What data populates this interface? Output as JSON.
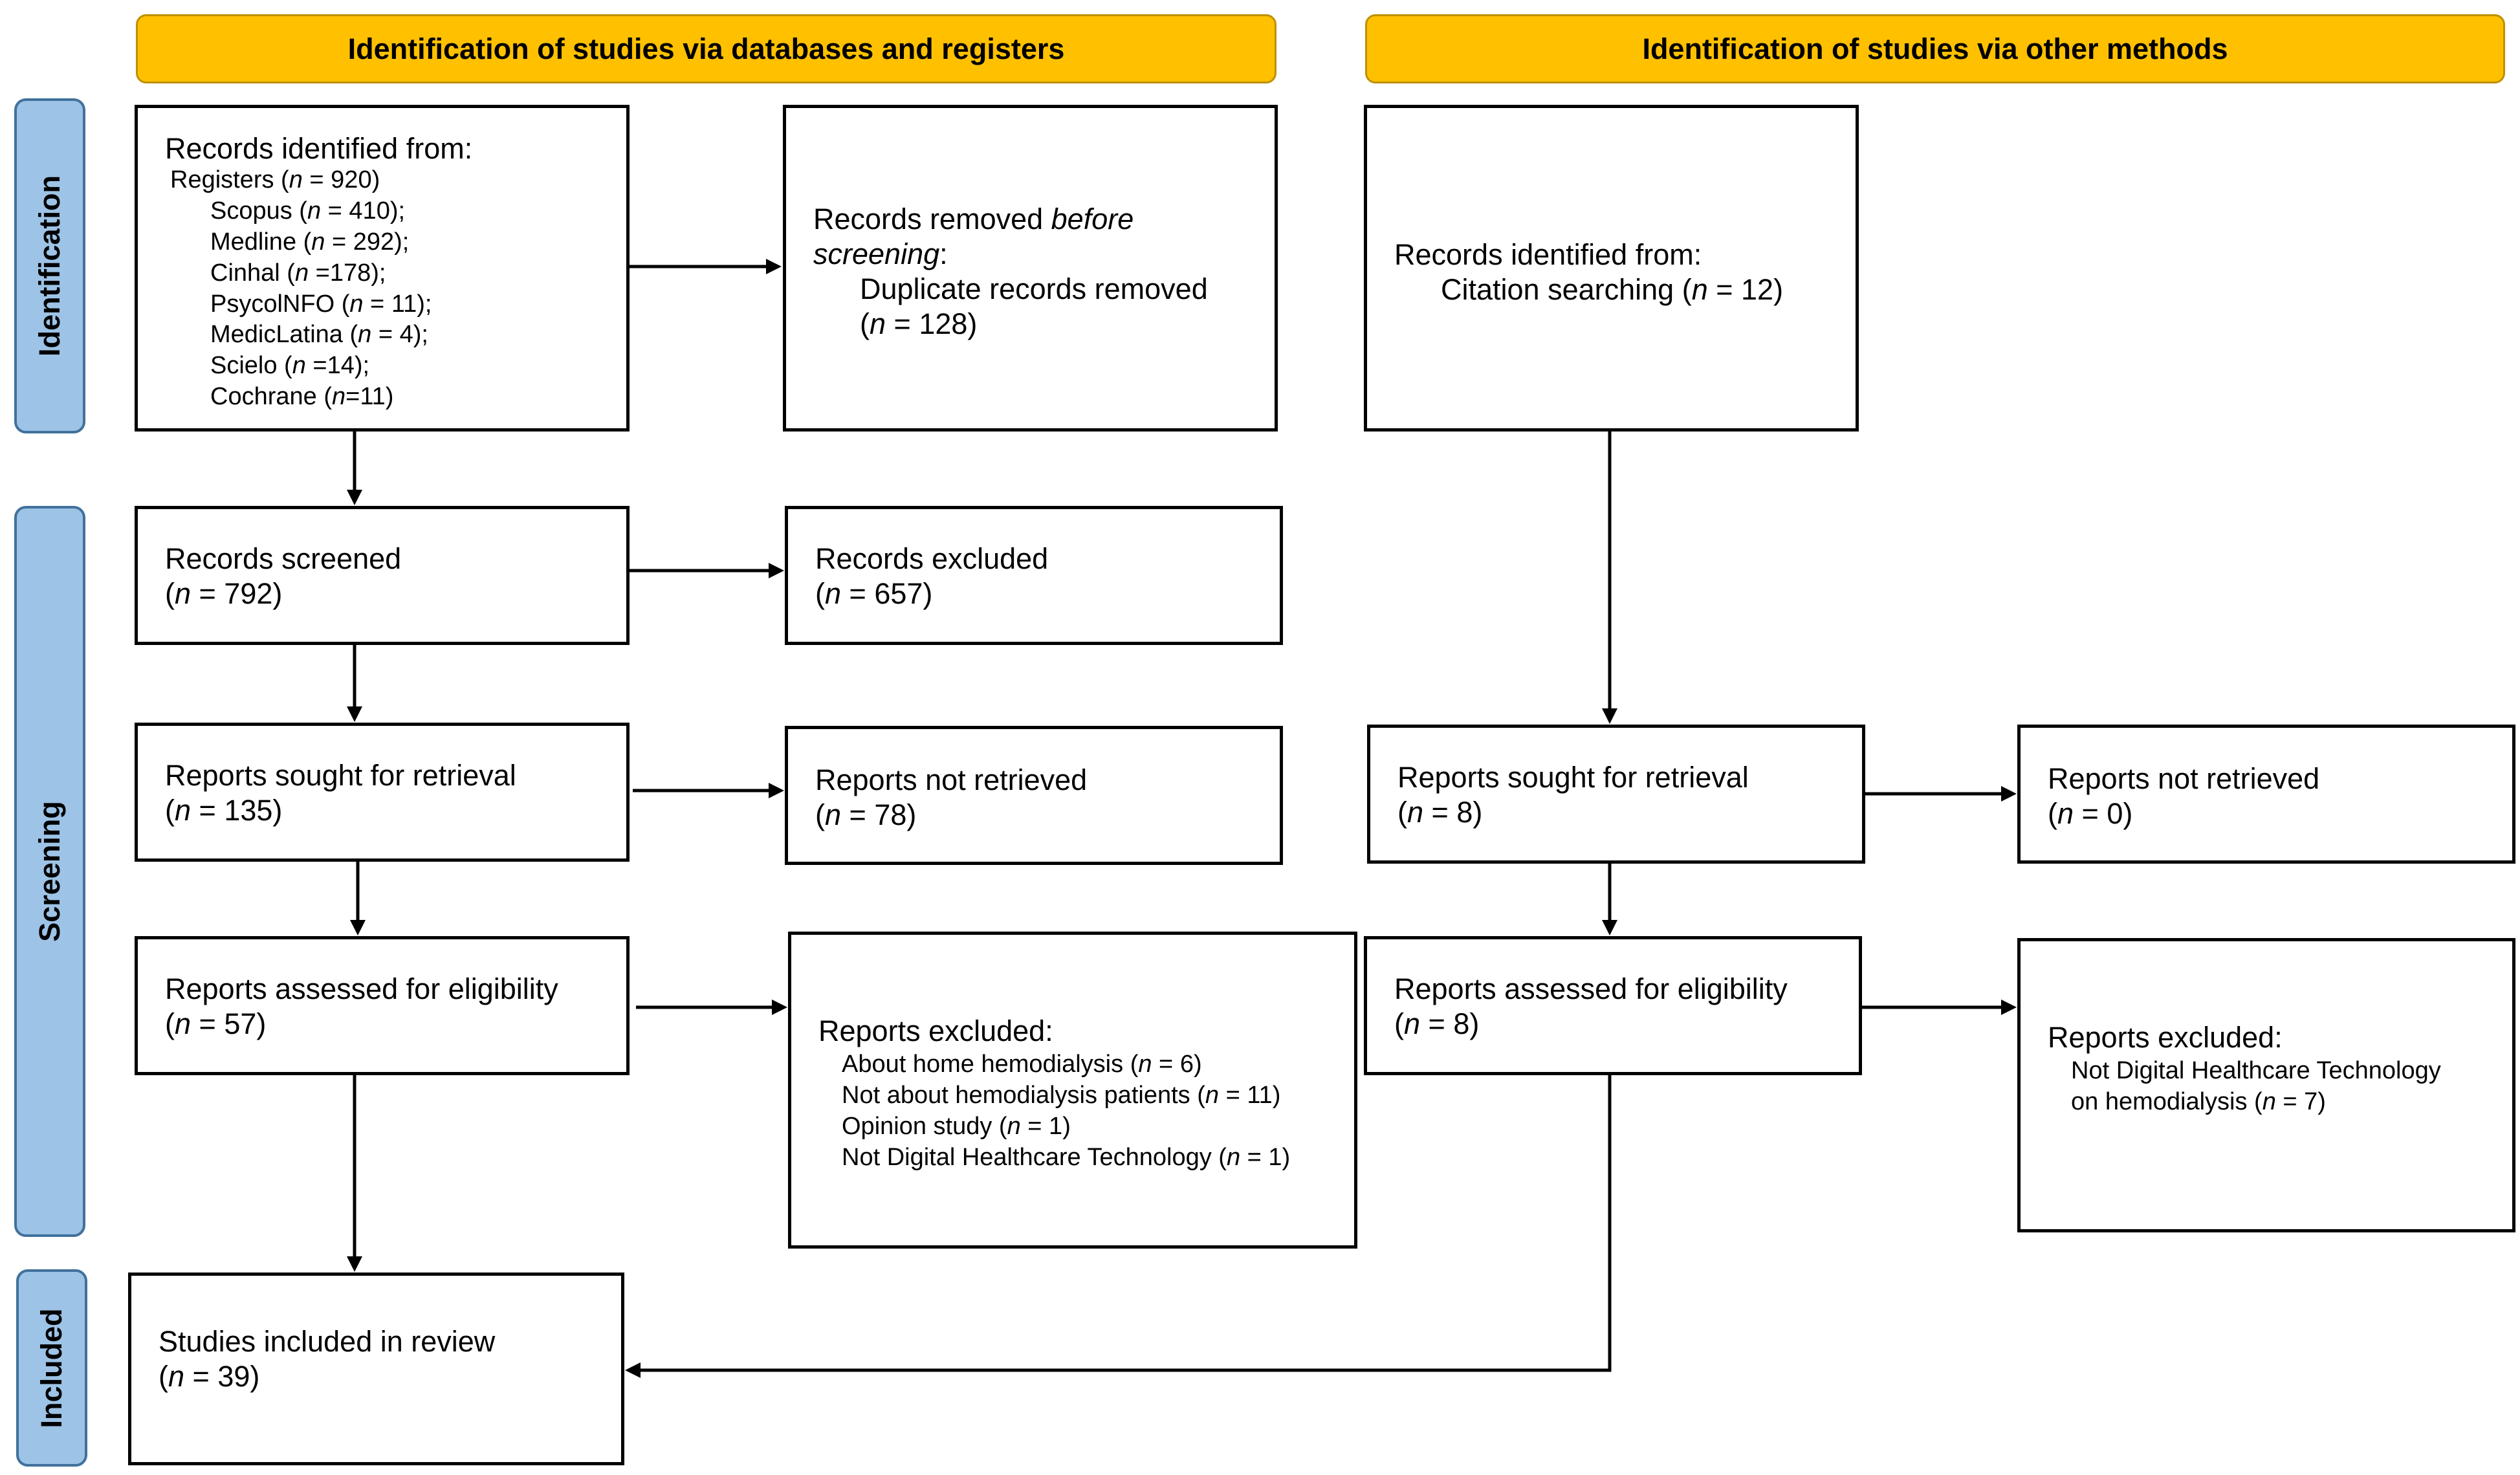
{
  "headers": {
    "databases": "Identification of studies via databases and registers",
    "other": "Identification of studies via other methods"
  },
  "phases": {
    "identification": "Identification",
    "screening": "Screening",
    "included": "Included"
  },
  "databases": {
    "identified": {
      "title": "Records identified from:",
      "registers": "Registers",
      "registers_n": "920",
      "sources": [
        {
          "name": "Scopus",
          "n": "410",
          "sep": " = ",
          "close": ");"
        },
        {
          "name": "Medline",
          "n": "292",
          "sep": " = ",
          "close": ");"
        },
        {
          "name": "Cinhal",
          "n": "178",
          "sep": " =",
          "close": ");"
        },
        {
          "name": "PsycolNFO",
          "n": "11",
          "sep": " = ",
          "close": ");"
        },
        {
          "name": "MedicLatina",
          "n": "4",
          "sep": " = ",
          "close": ");"
        },
        {
          "name": "Scielo",
          "n": "14",
          "sep": " =",
          "close": ");"
        },
        {
          "name": "Cochrane",
          "n": "11",
          "sep": "=",
          "close": ")"
        }
      ]
    },
    "removed": {
      "prefix": "Records removed ",
      "before": "before",
      "screening": "screening",
      "detail": "Duplicate records removed",
      "n": "128"
    },
    "screened": {
      "title": "Records screened",
      "n": "792"
    },
    "excluded": {
      "title": "Records excluded",
      "n": "657"
    },
    "sought": {
      "title": "Reports sought for retrieval",
      "n": "135"
    },
    "not_retrieved": {
      "title": "Reports not retrieved",
      "n": "78"
    },
    "assessed": {
      "title": "Reports assessed for eligibility",
      "n": "57"
    },
    "reports_excluded": {
      "title": "Reports excluded:",
      "reasons": [
        {
          "label": "About home hemodialysis",
          "n": "6"
        },
        {
          "label": "Not about hemodialysis patients",
          "n": "11"
        },
        {
          "label": "Opinion study",
          "n": "1"
        },
        {
          "label": "Not Digital Healthcare Technology",
          "n": "1"
        }
      ]
    },
    "included": {
      "title": "Studies included in review",
      "n": "39"
    }
  },
  "other": {
    "identified": {
      "title": "Records identified from:",
      "detail": "Citation searching",
      "n": "12"
    },
    "sought": {
      "title": "Reports sought for retrieval",
      "n": "8"
    },
    "not_retrieved": {
      "title": "Reports not retrieved",
      "n": "0"
    },
    "assessed": {
      "title": "Reports assessed for eligibility",
      "n": "8"
    },
    "reports_excluded": {
      "title": "Reports excluded:",
      "line1": "Not Digital Healthcare Technology",
      "line2": "on hemodialysis",
      "n": "7"
    }
  }
}
